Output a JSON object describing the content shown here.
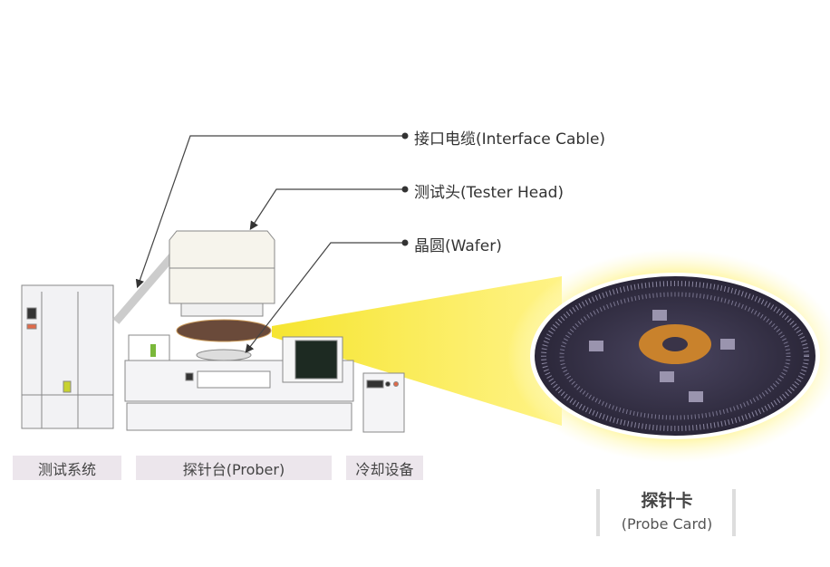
{
  "callouts": {
    "interface_cable": "接口电缆(Interface Cable)",
    "tester_head": "测试头(Tester Head)",
    "wafer": "晶圆(Wafer)"
  },
  "categories": {
    "test_system": "测试系统",
    "prober": "探针台(Prober)",
    "cooling": "冷却设备"
  },
  "probe_card": {
    "title": "探针卡",
    "subtitle": "(Probe Card)"
  },
  "colors": {
    "highlight": "#f5e21a",
    "label_bg": "#ece6ec",
    "line": "#444444"
  }
}
